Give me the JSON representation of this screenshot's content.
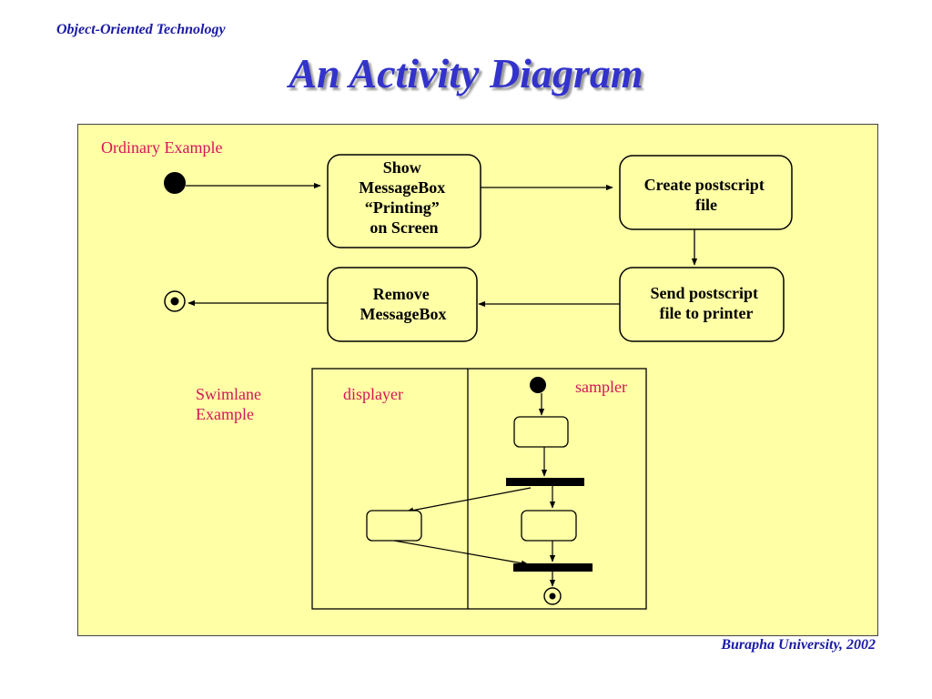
{
  "header": {
    "course": "Object-Oriented Technology",
    "title": "An Activity Diagram"
  },
  "footer": {
    "credit": "Burapha University, 2002"
  },
  "ordinary_example": {
    "label": "Ordinary Example",
    "activities": {
      "show_messagebox": [
        "Show",
        "MessageBox",
        "“Printing”",
        "on Screen"
      ],
      "create_postscript": [
        "Create postscript",
        "file"
      ],
      "send_postscript": [
        "Send postscript",
        "file to printer"
      ],
      "remove_messagebox": [
        "Remove",
        "MessageBox"
      ]
    }
  },
  "swimlane_example": {
    "label_lines": [
      "Swimlane",
      "Example"
    ],
    "lanes": [
      "displayer",
      "sampler"
    ]
  },
  "colors": {
    "title": "#3333cc",
    "header_footer": "#1a1aa6",
    "panel_bg": "#ffffa6",
    "label": "#d4145a"
  }
}
